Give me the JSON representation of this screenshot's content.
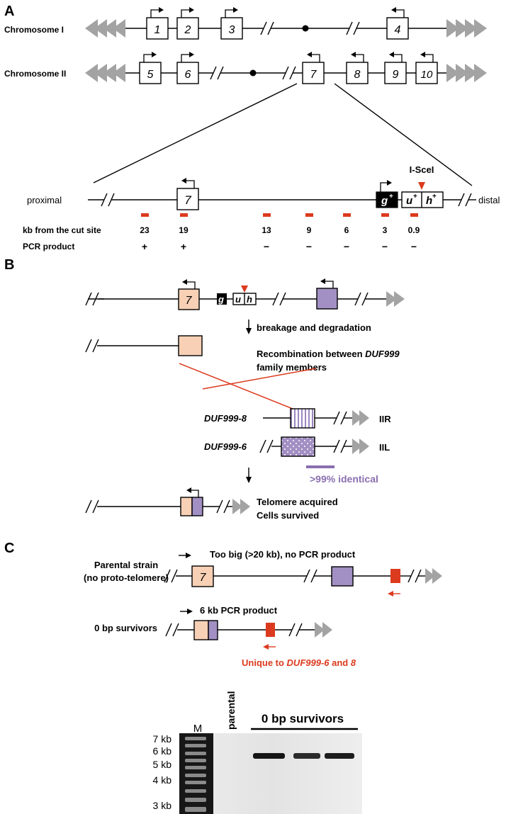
{
  "panel_a": {
    "letter": "A",
    "chr1_label": "Chromosome I",
    "chr2_label": "Chromosome II",
    "chr1_genes": [
      "1",
      "2",
      "3",
      "4"
    ],
    "chr2_genes": [
      "5",
      "6",
      "7",
      "8",
      "9",
      "10"
    ],
    "zoom": {
      "proximal": "proximal",
      "distal": "distal",
      "gene7": "7",
      "g_marker": "g",
      "u_marker": "u",
      "h_marker": "h",
      "plus": "+",
      "iscei": "I-SceI"
    },
    "kb_label": "kb from the cut site",
    "kb_values": [
      "23",
      "19",
      "13",
      "9",
      "6",
      "3",
      "0.9"
    ],
    "pcr_label": "PCR  product",
    "pcr_values": [
      "+",
      "+",
      "−",
      "−",
      "−",
      "−",
      "−"
    ]
  },
  "panel_b": {
    "letter": "B",
    "gene7": "7",
    "g": "g",
    "u": "u",
    "h": "h",
    "step1": "breakage and degradation",
    "recomb_prefix": "Recombination between ",
    "recomb_italic": "DUF999",
    "recomb_line2": "family members",
    "duf8": "DUF999-8",
    "duf6": "DUF999-6",
    "iir": "IIR",
    "iil": "IIL",
    "identical": ">99% identical",
    "result1": "Telomere acquired",
    "result2": "Cells survived"
  },
  "panel_c": {
    "letter": "C",
    "parental1": "Parental strain",
    "parental2": "(no proto-telomere)",
    "toobig": "Too big (>20 kb), no PCR product",
    "gene7": "7",
    "product": "6 kb PCR product",
    "survivors": "0 bp survivors",
    "unique_prefix": "Unique to ",
    "unique_i1": "DUF999-6",
    "unique_mid": " and ",
    "unique_i2": "8",
    "gel": {
      "marker": "M",
      "parental": "parental",
      "survivors": "0 bp survivors",
      "sizes": [
        "7 kb",
        "6 kb",
        "5 kb",
        "4 kb",
        "3 kb"
      ]
    }
  },
  "colors": {
    "peach": "#f7d0b5",
    "lavender": "#a28fc3",
    "red": "#dc3a1e",
    "telomere_gray": "#a3a3a3",
    "identity_bar": "#8a6fb0"
  }
}
